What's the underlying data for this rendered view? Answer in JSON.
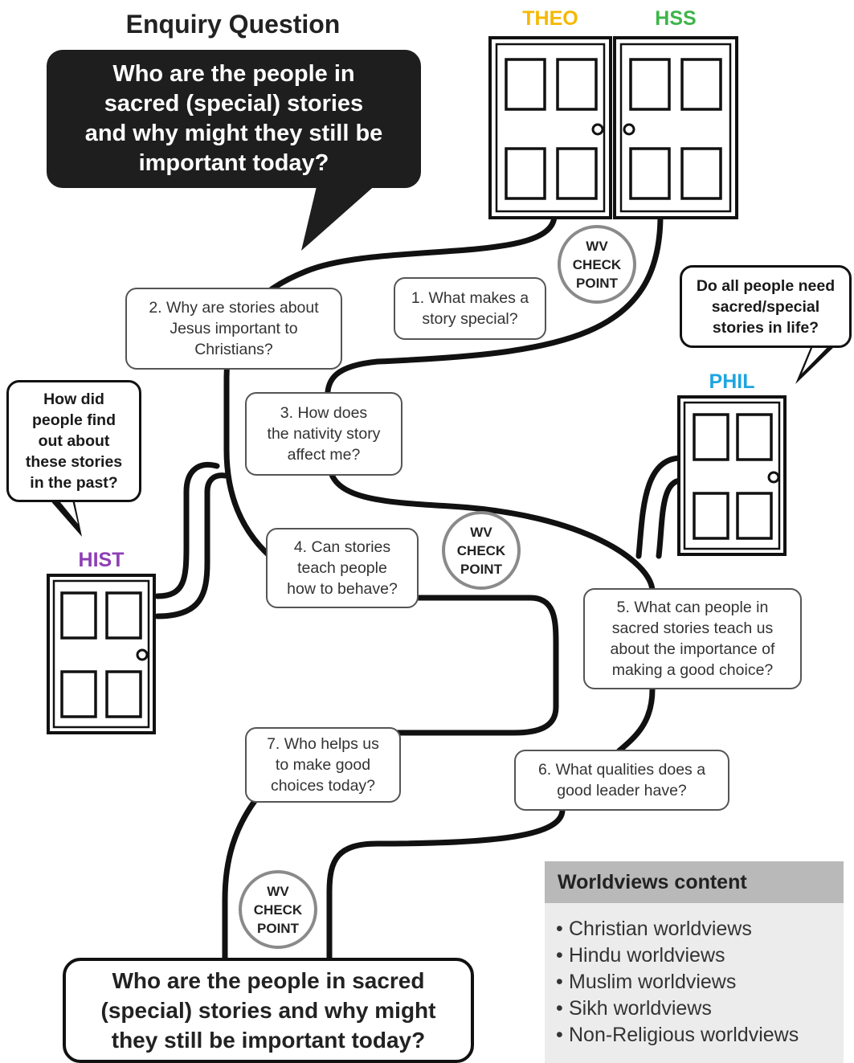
{
  "heading": "Enquiry Question",
  "enquiry_question": "Who are the people in\nsacred (special) stories\nand why might they still be\nimportant today?",
  "doors": [
    {
      "label": "THEO",
      "color": "#f5b800"
    },
    {
      "label": "HSS",
      "color": "#3db54a"
    },
    {
      "label": "PHIL",
      "color": "#1ea5e0"
    },
    {
      "label": "HIST",
      "color": "#8e3fb5"
    }
  ],
  "checkpoint_text": "WV\nCHECK\nPOINT",
  "questions": [
    "1. What makes a\nstory special?",
    "2. Why are stories about\nJesus important to\nChristians?",
    "3. How does\nthe nativity story\naffect me?",
    "4. Can stories\nteach people\nhow to behave?",
    "5. What can people in\nsacred stories teach us\nabout the importance of\nmaking a good choice?",
    "6. What qualities does a\ngood leader have?",
    "7. Who helps us\nto make good\nchoices today?"
  ],
  "bubbles": {
    "phil": "Do all people need\nsacred/special\nstories in life?",
    "hist": "How did\npeople find\nout about\nthese stories\nin the past?"
  },
  "final_question": "Who are the people in sacred\n(special) stories and why might\nthey still be important today?",
  "worldviews": {
    "title": "Worldviews content",
    "items": [
      "Christian worldviews",
      "Hindu worldviews",
      "Muslim worldviews",
      "Sikh worldviews",
      "Non-Religious worldviews"
    ]
  }
}
